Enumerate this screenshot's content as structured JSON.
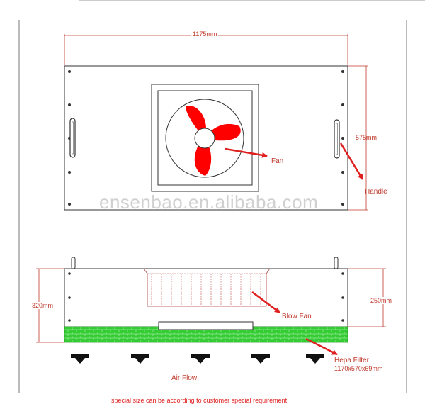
{
  "top_view": {
    "width_dim": "1175mm",
    "height_dim": "575mm",
    "fan_label": "Fan",
    "handle_label": "Handle"
  },
  "side_view": {
    "height_dim": "320mm",
    "inner_height_dim": "250mm",
    "blow_fan_label": "Blow Fan",
    "filter_label_line1": "Hepa Filter",
    "filter_label_line2": "1170x570x69mm",
    "airflow_label": "Air Flow"
  },
  "watermark": "ensenbao.en.alibaba.com",
  "footer_note": "special size can be according to customer special requirement",
  "colors": {
    "fan_blade": "#ff0000",
    "arrow": "#e02020",
    "filter_green": "#33cc33",
    "line": "#333333",
    "dim_line": "#c0392b"
  }
}
